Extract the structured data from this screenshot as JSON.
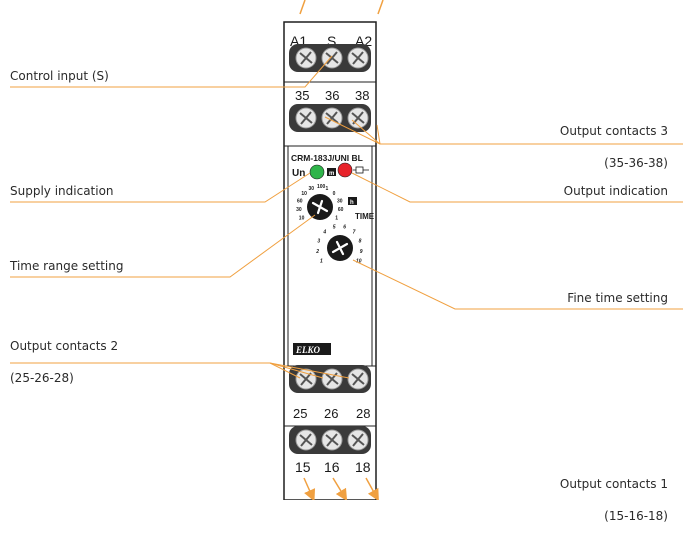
{
  "device": {
    "model": "CRM-183J/UNI BL",
    "brand": "ELKO",
    "top_terminals": [
      "A1",
      "S",
      "A2"
    ],
    "contacts3_terminals": [
      "35",
      "36",
      "38"
    ],
    "contacts2_terminals": [
      "25",
      "26",
      "28"
    ],
    "contacts1_terminals": [
      "15",
      "16",
      "18"
    ],
    "led_supply_label": "Un",
    "time_label": "TIME",
    "range_unit_m": "m",
    "range_unit_h": "h",
    "range_scale": [
      "10",
      "30",
      "60",
      "10",
      "30",
      "100",
      "1",
      "0",
      "30",
      "60",
      "1"
    ],
    "fine_scale": [
      "1",
      "2",
      "3",
      "4",
      "5",
      "6",
      "7",
      "8",
      "9",
      "10"
    ],
    "colors": {
      "led_supply": "#2fb44a",
      "led_output": "#e8232b",
      "accent_line": "#f0a040",
      "body": "#ffffff",
      "terminal": "#3a3a3a"
    }
  },
  "callouts": {
    "control_input": "Control input (S)",
    "output_contacts_3_line1": "Output contacts 3",
    "output_contacts_3_line2": "(35-36-38)",
    "supply_indication": "Supply indication",
    "output_indication": "Output indication",
    "time_range_setting": "Time range setting",
    "fine_time_setting": "Fine time setting",
    "output_contacts_2_line1": "Output contacts 2",
    "output_contacts_2_line2": "(25-26-28)",
    "output_contacts_1_line1": "Output contacts 1",
    "output_contacts_1_line2": "(15-16-18)"
  }
}
